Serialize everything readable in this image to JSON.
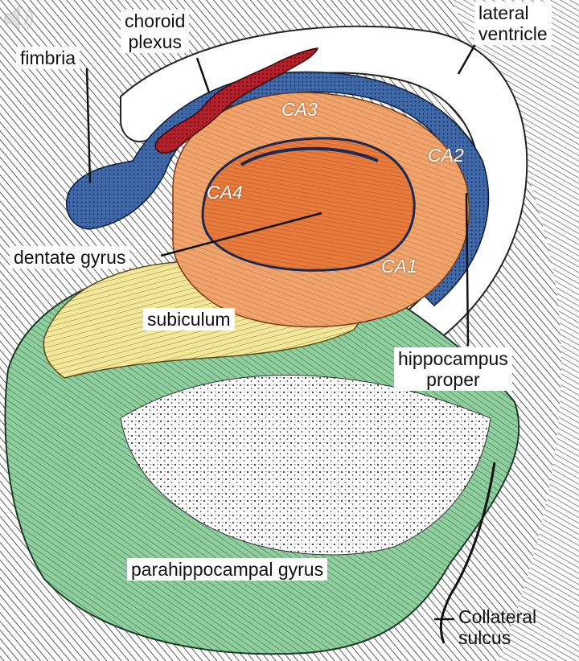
{
  "figure": {
    "labels": {
      "choroid_plexus": [
        "choroid",
        "plexus"
      ],
      "lateral_ventricle": [
        "lateral",
        "ventricle"
      ],
      "fimbria": "fimbria",
      "dentate_gyrus": "dentate gyrus",
      "subiculum": "subiculum",
      "hippocampus_proper": [
        "hippocampus",
        "proper"
      ],
      "parahippocampal_gyrus": "parahippocampal gyrus",
      "collateral_sulcus": [
        "Collateral",
        "sulcus"
      ]
    },
    "regions": {
      "ca1": "CA1",
      "ca2": "CA2",
      "ca3": "CA3",
      "ca4": "CA4"
    },
    "colors": {
      "fimbria": "#3f68a8",
      "choroid_plexus": "#b3202a",
      "ca_fields": "#f0a46c",
      "dentate_gyrus": "#e87a3c",
      "subiculum": "#f3e79a",
      "parahippocampal_gyrus": "#8fcf9f",
      "white_matter": "#f4f4f4",
      "hatching": "#3a3a3a"
    },
    "icons": {
      "speaker": "speaker-icon"
    }
  }
}
